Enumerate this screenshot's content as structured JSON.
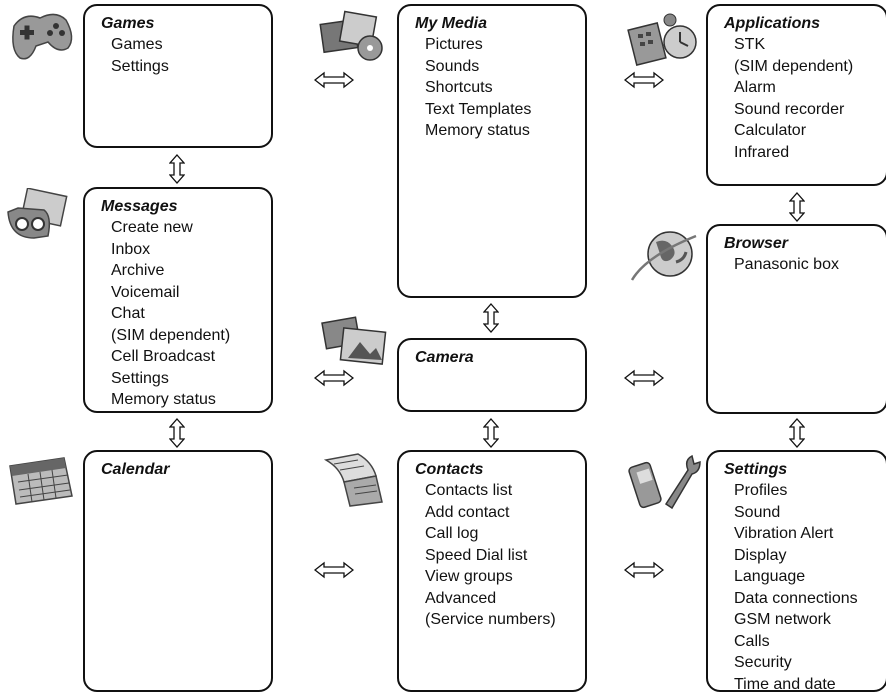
{
  "menus": {
    "games": {
      "title": "Games",
      "items": [
        "Games",
        "Settings"
      ]
    },
    "my_media": {
      "title": "My Media",
      "items": [
        "Pictures",
        "Sounds",
        "Shortcuts",
        "Text Templates",
        "Memory status"
      ]
    },
    "applications": {
      "title": "Applications",
      "items": [
        "STK",
        "(SIM dependent)",
        "Alarm",
        "Sound recorder",
        "Calculator",
        "Infrared"
      ]
    },
    "messages": {
      "title": "Messages",
      "items": [
        "Create new",
        "Inbox",
        "Archive",
        "Voicemail",
        "Chat",
        "(SIM dependent)",
        "Cell Broadcast",
        "Settings",
        "Memory status"
      ]
    },
    "browser": {
      "title": "Browser",
      "items": [
        "Panasonic box"
      ]
    },
    "camera": {
      "title": "Camera",
      "items": []
    },
    "calendar": {
      "title": "Calendar",
      "items": []
    },
    "contacts": {
      "title": "Contacts",
      "items": [
        "Contacts list",
        "Add contact",
        "Call log",
        "Speed Dial list",
        "View groups",
        "Advanced",
        "(Service numbers)"
      ]
    },
    "settings": {
      "title": "Settings",
      "items": [
        "Profiles",
        "Sound",
        "Vibration Alert",
        "Display",
        "Language",
        "Data connections",
        "GSM network",
        "Calls",
        "Security",
        "Time and date"
      ]
    }
  },
  "icons": {
    "games": "gamepad-icon",
    "my_media": "media-icon",
    "applications": "applications-icon",
    "messages": "messages-icon",
    "browser": "globe-icon",
    "camera": "camera-icon",
    "calendar": "calendar-icon",
    "contacts": "contacts-book-icon",
    "settings": "phone-wrench-icon"
  }
}
